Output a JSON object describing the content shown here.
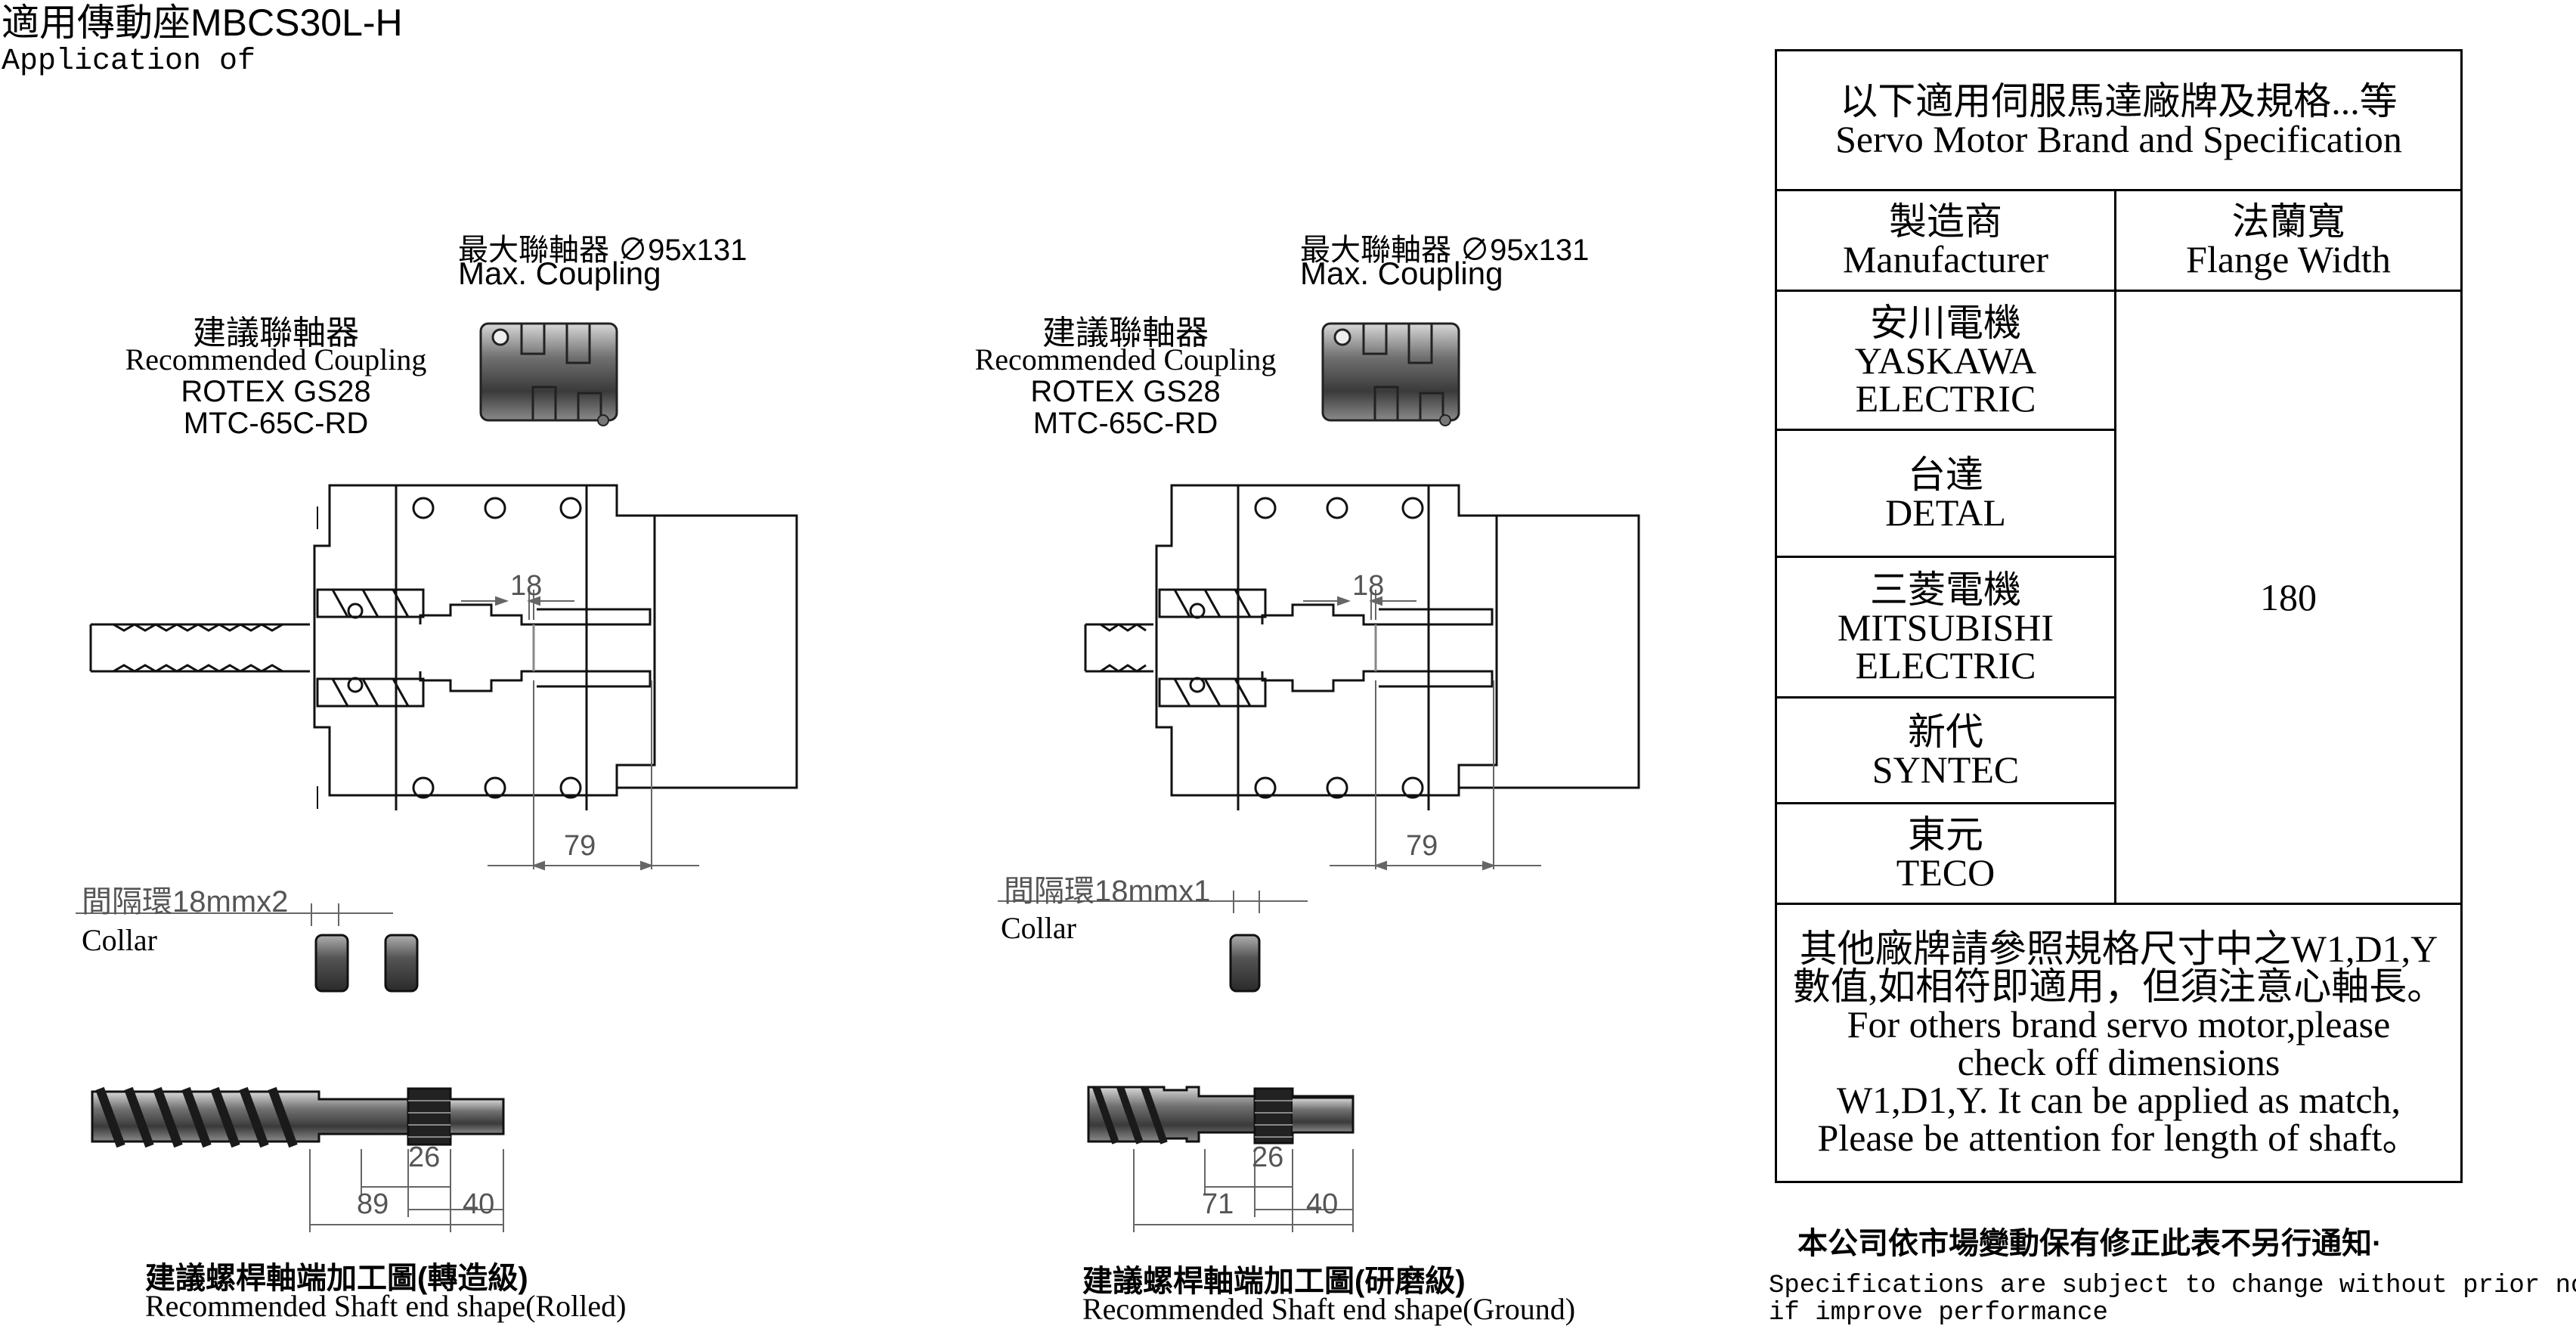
{
  "header": {
    "title": "適用傳動座MBCS30L-H",
    "subtitle": "Application of"
  },
  "left_panel": {
    "max_coupling_cn": "最大聯軸器 ∅95x131",
    "max_coupling_en": "Max. Coupling",
    "rec_coupling_cn": "建議聯軸器",
    "rec_coupling_en": "Recommended Coupling",
    "rec_coupling_model1": "ROTEX GS28",
    "rec_coupling_model2": "MTC-65C-RD",
    "dim_18": "18",
    "dim_79": "79",
    "collar_cn": "間隔環18mmx2",
    "collar_en": "Collar",
    "dim_26": "26",
    "dim_89": "89",
    "dim_40": "40",
    "shaft_cn": "建議螺桿軸端加工圖(轉造級)",
    "shaft_en": "Recommended Shaft end shape(Rolled)"
  },
  "middle_panel": {
    "max_coupling_cn": "最大聯軸器 ∅95x131",
    "max_coupling_en": "Max. Coupling",
    "rec_coupling_cn": "建議聯軸器",
    "rec_coupling_en": "Recommended Coupling",
    "rec_coupling_model1": "ROTEX GS28",
    "rec_coupling_model2": "MTC-65C-RD",
    "dim_18": "18",
    "dim_79": "79",
    "collar_cn": "間隔環18mmx1",
    "collar_en": "Collar",
    "dim_26": "26",
    "dim_71": "71",
    "dim_40": "40",
    "shaft_cn": "建議螺桿軸端加工圖(研磨級)",
    "shaft_en": "Recommended Shaft end shape(Ground)"
  },
  "spec_table": {
    "heading_cn": "以下適用伺服馬達廠牌及規格...等",
    "heading_en": "Servo Motor Brand and Specification",
    "col_manufacturer_cn": "製造商",
    "col_manufacturer_en": "Manufacturer",
    "col_flange_cn": "法蘭寬",
    "col_flange_en": "Flange Width",
    "flange_value": "180",
    "brands": [
      {
        "cn": "安川電機",
        "en1": "YASKAWA",
        "en2": "ELECTRIC"
      },
      {
        "cn": "台達",
        "en1": "DETAL",
        "en2": ""
      },
      {
        "cn": "三菱電機",
        "en1": "MITSUBISHI",
        "en2": "ELECTRIC"
      },
      {
        "cn": "新代",
        "en1": "SYNTEC",
        "en2": ""
      },
      {
        "cn": "東元",
        "en1": "TECO",
        "en2": ""
      }
    ],
    "note_cn1": "其他廠牌請參照規格尺寸中之W1,D1,Y",
    "note_cn2": "數值,如相符即適用，但須注意心軸長。",
    "note_en1": "For others brand servo motor,please",
    "note_en2": "check off dimensions",
    "note_en3": "W1,D1,Y. It can be applied as match,",
    "note_en4": "Please be attention for length of shaft。"
  },
  "footer": {
    "notice_cn": "本公司依市場變動保有修正此表不另行通知·",
    "notice_en1": "Specifications are subject to change without prior notice",
    "notice_en2": "if improve performance"
  }
}
